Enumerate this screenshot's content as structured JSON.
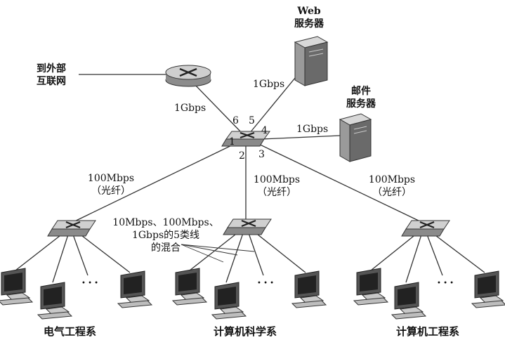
{
  "external_internet_label": "到外部\n互联网",
  "web_server_label": "Web\n服务器",
  "mail_server_label": "邮件\n服务器",
  "links": {
    "router_to_switch": "1Gbps",
    "switch_to_web": "1Gbps",
    "switch_to_mail": "1Gbps",
    "to_left_switch": "100Mbps\n（光纤）",
    "to_middle_switch": "100Mbps\n（光纤）",
    "to_right_switch": "100Mbps\n（光纤）"
  },
  "ports": [
    "1",
    "2",
    "3",
    "4",
    "5",
    "6"
  ],
  "cable_note": "10Mbps、100Mbps、\n1Gbps的5类线\n的混合",
  "ellipsis": "• • •",
  "departments": [
    "电气工程系",
    "计算机科学系",
    "计算机工程系"
  ]
}
